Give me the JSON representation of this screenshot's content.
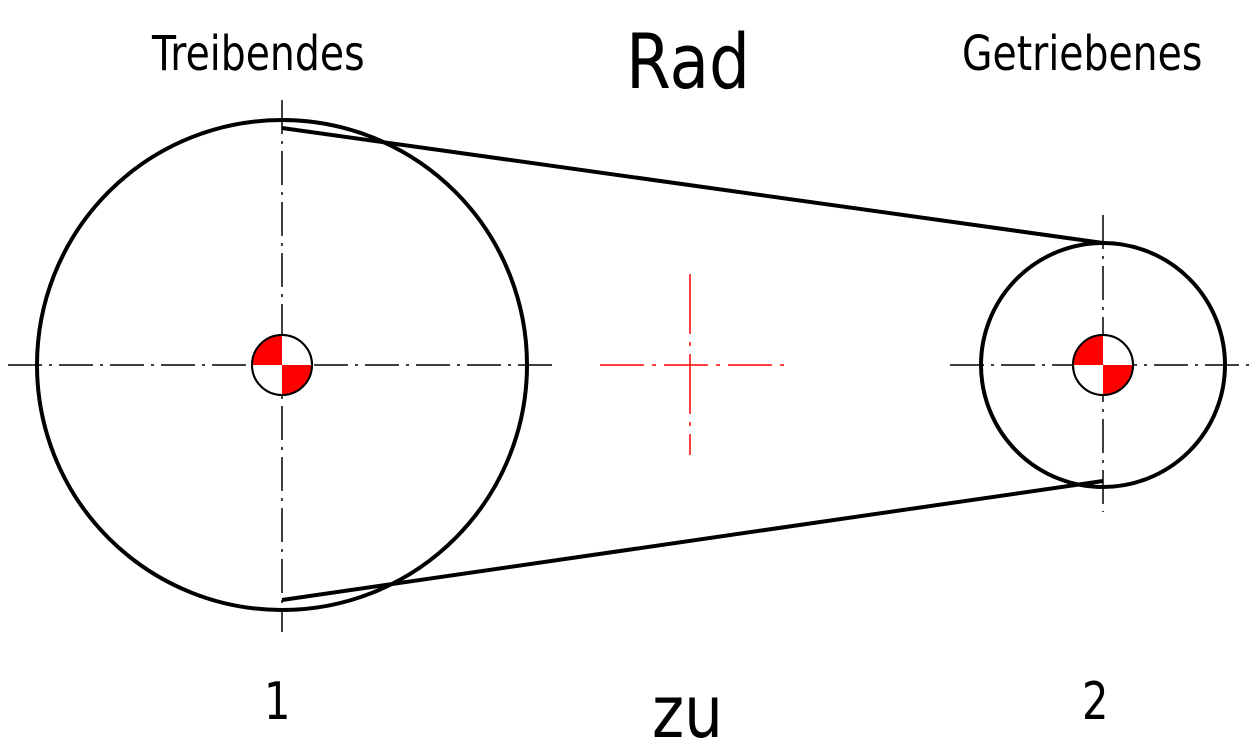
{
  "labels": {
    "driving": "Treibendes",
    "wheel": "Rad",
    "driven": "Getriebenes",
    "one": "1",
    "to": "zu",
    "two": "2"
  },
  "colors": {
    "line": "#000000",
    "accent": "#ff0000"
  }
}
